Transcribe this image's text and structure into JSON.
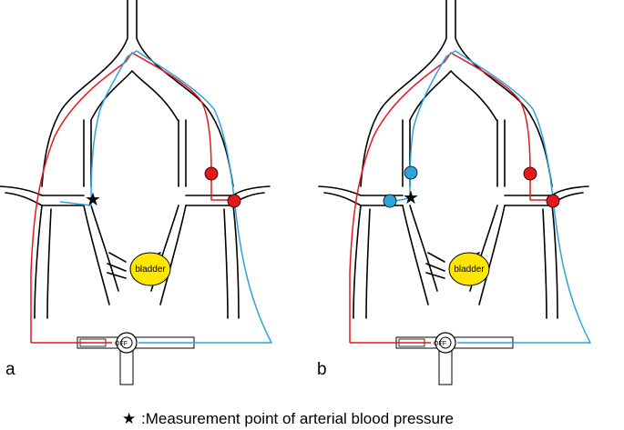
{
  "panels": [
    {
      "id": "a",
      "label": "a",
      "bladder": "bladder",
      "valve": "OFF"
    },
    {
      "id": "b",
      "label": "b",
      "bladder": "bladder",
      "valve": "OFF"
    }
  ],
  "legend": {
    "symbol": "★",
    "text": ":Measurement point of arterial blood pressure"
  },
  "colors": {
    "artery_line": "#e8171c",
    "vein_line": "#2aa6dd",
    "red_occluder": "#e8171c",
    "blue_occluder": "#2aa6dd",
    "bladder_fill": "#ffe600"
  }
}
